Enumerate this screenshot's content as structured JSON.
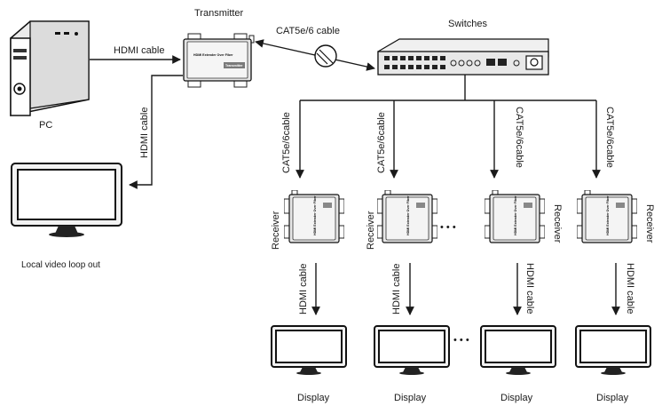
{
  "labels": {
    "transmitter": "Transmitter",
    "switches": "Switches",
    "pc": "PC",
    "local_loop": "Local video loop out",
    "cat_top": "CAT5e/6 cable",
    "hdmi_top": "HDMI cable",
    "hdmi_side": "HDMI cable",
    "device_face": "HDMI Extender Over Fiber",
    "tx_badge": "Transmitter",
    "rx_badge": "Receiver",
    "ellipsis": "• • •"
  },
  "receivers": [
    {
      "cat_label": "CAT5e/6cable",
      "receiver_label": "Receiver",
      "hdmi_label": "HDMI cable",
      "display_label": "Display"
    },
    {
      "cat_label": "CAT5e/6cable",
      "receiver_label": "Receiver",
      "hdmi_label": "HDMI cable",
      "display_label": "Display"
    },
    {
      "cat_label": "CAT5e/6cable",
      "receiver_label": "Receiver",
      "hdmi_label": "HDMI cable",
      "display_label": "Display"
    },
    {
      "cat_label": "CAT5e/6cable",
      "receiver_label": "Receiver",
      "hdmi_label": "HDMI cable",
      "display_label": "Display"
    }
  ]
}
